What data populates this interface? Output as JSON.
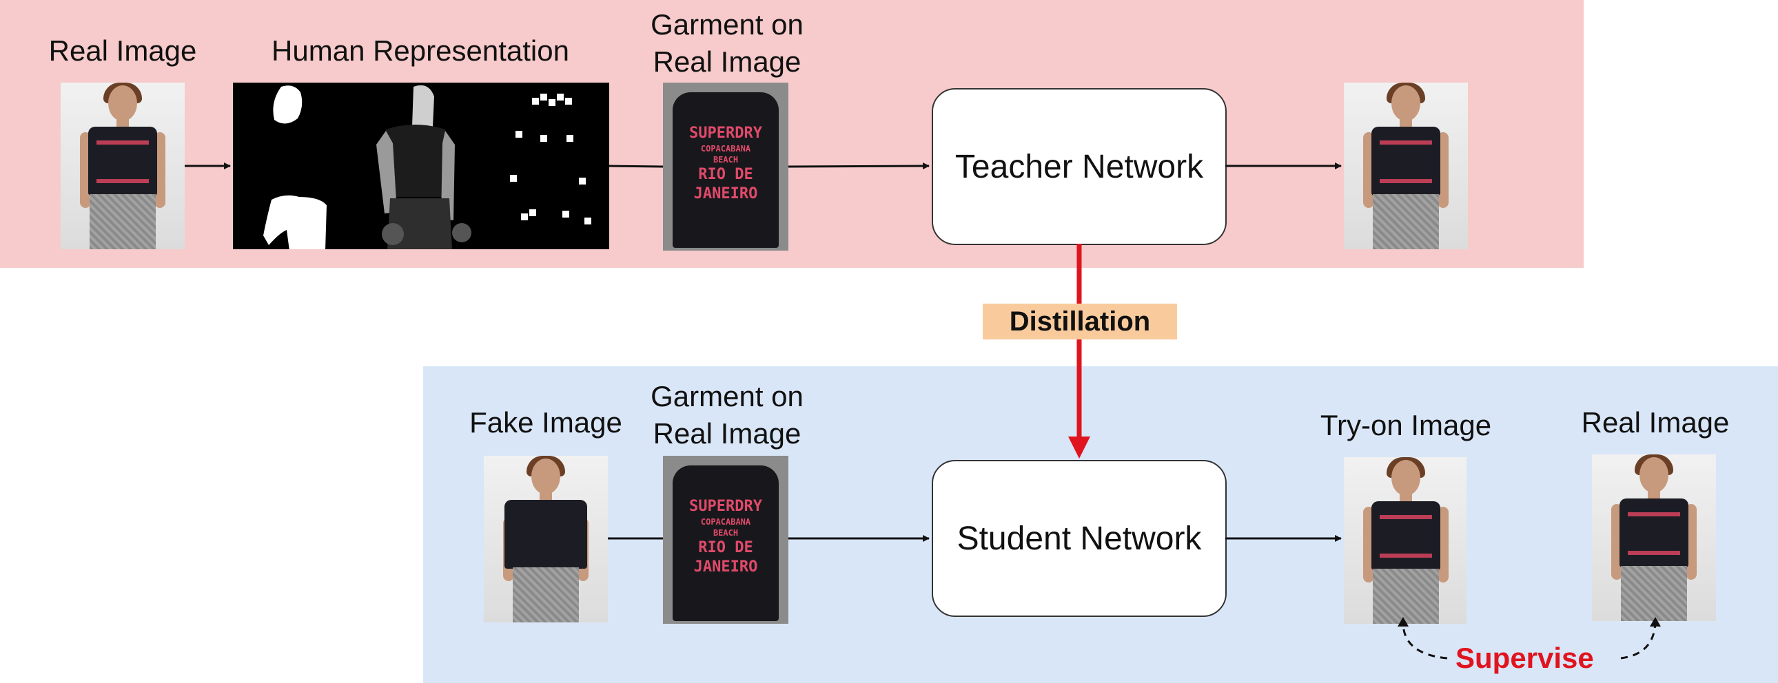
{
  "teacher_row": {
    "real_image_label": "Real Image",
    "human_rep_label": "Human Representation",
    "garment_label_line1": "Garment on",
    "garment_label_line2": "Real Image",
    "network_label": "Teacher Network"
  },
  "student_row": {
    "fake_image_label": "Fake Image",
    "garment_label_line1": "Garment on",
    "garment_label_line2": "Real Image",
    "network_label": "Student Network",
    "tryon_label": "Try-on Image",
    "real_image_label": "Real Image"
  },
  "distillation_label": "Distillation",
  "supervise_label": "Supervise",
  "garment_print": {
    "line1": "SUPERDRY",
    "line2": "COPACABANA",
    "line3": "BEACH",
    "line4": "RIO DE",
    "line5": "JANEIRO"
  },
  "colors": {
    "teacher_panel": "#f7cbcb",
    "student_panel": "#d9e6f7",
    "distill_arrow": "#e0141e",
    "distill_badge": "#f9cb9c",
    "supervise_text": "#e0141e"
  }
}
